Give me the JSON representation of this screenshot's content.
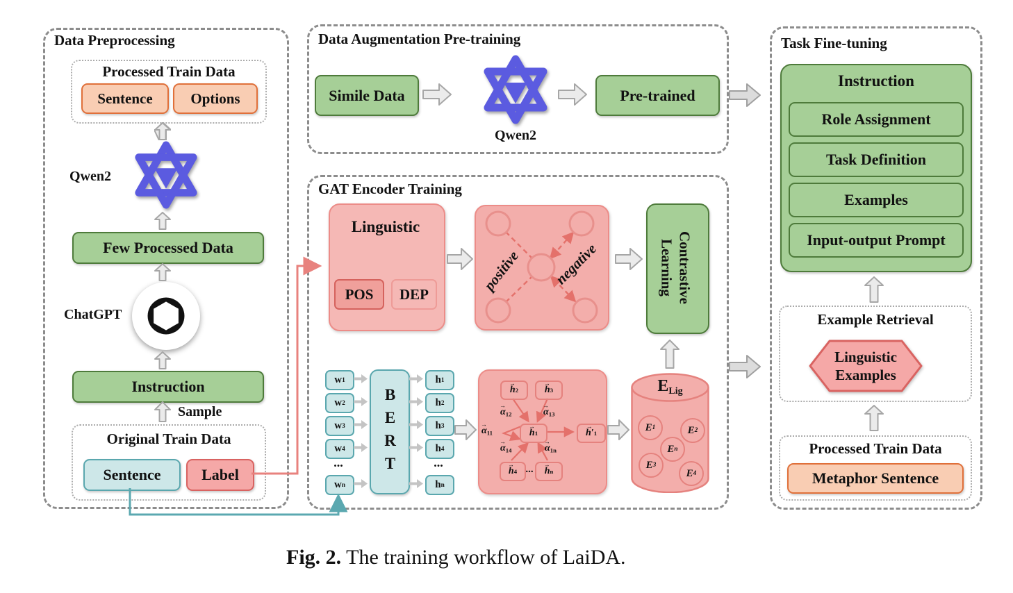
{
  "glyphs": {
    "vec_arrow": "→",
    "ellipsis": "..."
  },
  "caption": {
    "label": "Fig. 2.",
    "text": " The training workflow of LaiDA."
  },
  "colors": {
    "green": "#A6CF97",
    "green_border": "#4E7B3B",
    "orange": "#F9CDB3",
    "orange_border": "#E0703A",
    "teal": "#CDE7E8",
    "teal_border": "#5AA7AE",
    "pink": "#F3AEAB",
    "pink_border": "#EC8C88",
    "red_connector": "#E8827E",
    "teal_connector": "#5BA8B0",
    "qwen_purple": "#5B5BE0",
    "arrow_gray": "#DCDCDC"
  },
  "preprocessing": {
    "title": "Data Preprocessing",
    "processed": {
      "title": "Processed Train Data",
      "sentence": "Sentence",
      "options": "Options"
    },
    "qwen_label": "Qwen2",
    "few_processed": "Few Processed Data",
    "chatgpt_label": "ChatGPT",
    "instruction": "Instruction",
    "sample": "Sample",
    "original": {
      "title": "Original Train Data",
      "sentence": "Sentence",
      "label": "Label"
    }
  },
  "augmentation": {
    "title": "Data Augmentation Pre-training",
    "simile": "Simile Data",
    "qwen_label": "Qwen2",
    "pretrained": "Pre-trained"
  },
  "gat": {
    "title": "GAT Encoder Training",
    "linguistic": {
      "title": "Linguistic",
      "pos": "POS",
      "dep": "DEP"
    },
    "graph": {
      "positive": "positive",
      "negative": "negative"
    },
    "contrastive": {
      "line1": "Contrastive",
      "line2": "Learning"
    },
    "bert": {
      "label": "BERT",
      "w": [
        {
          "base": "w",
          "sub": "1"
        },
        {
          "base": "w",
          "sub": "2"
        },
        {
          "base": "w",
          "sub": "3"
        },
        {
          "base": "w",
          "sub": "4"
        }
      ],
      "wn": {
        "base": "w",
        "sub": "n"
      },
      "h": [
        {
          "base": "h",
          "sub": "1"
        },
        {
          "base": "h",
          "sub": "2"
        },
        {
          "base": "h",
          "sub": "3"
        },
        {
          "base": "h",
          "sub": "4"
        }
      ],
      "hn": {
        "base": "h",
        "sub": "n"
      }
    },
    "attn": {
      "h2": {
        "base": "h",
        "sub": "2"
      },
      "h3": {
        "base": "h",
        "sub": "3"
      },
      "h1": {
        "base": "h",
        "sub": "1"
      },
      "h1p": {
        "base": "h′",
        "sub": "1"
      },
      "h4": {
        "base": "h",
        "sub": "4"
      },
      "hn": {
        "base": "h",
        "sub": "n"
      },
      "a12": {
        "base": "α",
        "sub": "12"
      },
      "a13": {
        "base": "α",
        "sub": "13"
      },
      "a11": {
        "base": "α",
        "sub": "11"
      },
      "a14": {
        "base": "α",
        "sub": "14"
      },
      "a1n": {
        "base": "α",
        "sub": "1n"
      }
    },
    "cylinder": {
      "label": {
        "base": "E",
        "sub": "Lig"
      },
      "e1": {
        "base": "E",
        "sub": "1"
      },
      "e2": {
        "base": "E",
        "sub": "2"
      },
      "en": {
        "base": "E",
        "sub": "n"
      },
      "e3": {
        "base": "E",
        "sub": "3"
      },
      "e4": {
        "base": "E",
        "sub": "4"
      }
    }
  },
  "finetuning": {
    "title": "Task Fine-tuning",
    "instruction": {
      "title": "Instruction",
      "items": [
        "Role Assignment",
        "Task Definition",
        "Examples",
        "Input-output Prompt"
      ]
    },
    "retrieval": {
      "title": "Example Retrieval",
      "hex": {
        "line1": "Linguistic",
        "line2": "Examples"
      }
    },
    "processed": {
      "title": "Processed Train Data",
      "item": "Metaphor Sentence"
    }
  }
}
